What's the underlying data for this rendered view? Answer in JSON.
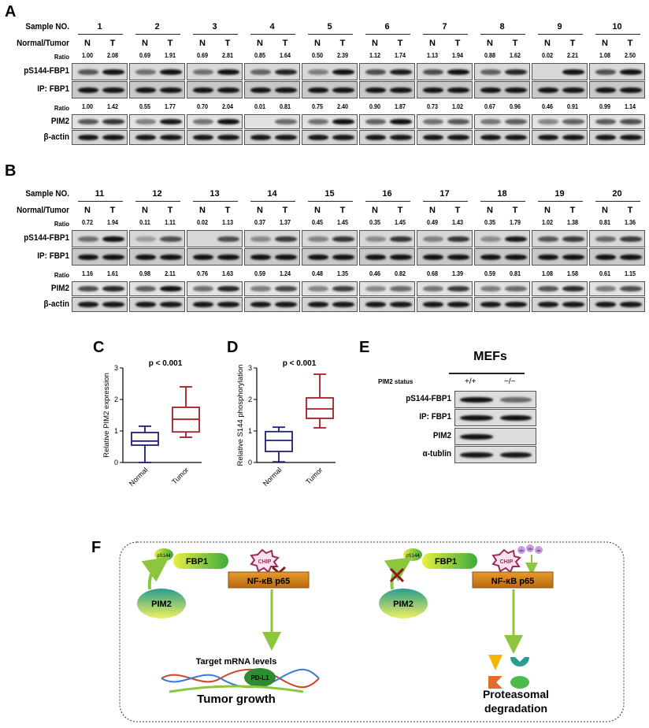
{
  "panels": {
    "A": "A",
    "B": "B",
    "C": "C",
    "D": "D",
    "E": "E",
    "F": "F"
  },
  "row_labels": {
    "sample": "Sample NO.",
    "normal_tumor": "Normal/Tumor",
    "ratio": "Ratio",
    "ps144": "pS144-FBP1",
    "ip": "IP: FBP1",
    "pim2": "PIM2",
    "actin": "β-actin",
    "N": "N",
    "T": "T"
  },
  "panel_A": {
    "samples": [
      {
        "no": "1",
        "ratio1": [
          "1.00",
          "2.08"
        ],
        "ratio2": [
          "1.00",
          "1.42"
        ]
      },
      {
        "no": "2",
        "ratio1": [
          "0.69",
          "1.91"
        ],
        "ratio2": [
          "0.55",
          "1.77"
        ]
      },
      {
        "no": "3",
        "ratio1": [
          "0.69",
          "2.81"
        ],
        "ratio2": [
          "0.70",
          "2.04"
        ]
      },
      {
        "no": "4",
        "ratio1": [
          "0.85",
          "1.64"
        ],
        "ratio2": [
          "0.01",
          "0.81"
        ]
      },
      {
        "no": "5",
        "ratio1": [
          "0.50",
          "2.39"
        ],
        "ratio2": [
          "0.75",
          "2.40"
        ]
      },
      {
        "no": "6",
        "ratio1": [
          "1.12",
          "1.74"
        ],
        "ratio2": [
          "0.90",
          "1.87"
        ]
      },
      {
        "no": "7",
        "ratio1": [
          "1.13",
          "1.94"
        ],
        "ratio2": [
          "0.73",
          "1.02"
        ]
      },
      {
        "no": "8",
        "ratio1": [
          "0.88",
          "1.62"
        ],
        "ratio2": [
          "0.67",
          "0.96"
        ]
      },
      {
        "no": "9",
        "ratio1": [
          "0.02",
          "2.21"
        ],
        "ratio2": [
          "0.46",
          "0.91"
        ]
      },
      {
        "no": "10",
        "ratio1": [
          "1.08",
          "2.50"
        ],
        "ratio2": [
          "0.99",
          "1.14"
        ]
      }
    ]
  },
  "panel_B": {
    "samples": [
      {
        "no": "11",
        "ratio1": [
          "0.72",
          "1.94"
        ],
        "ratio2": [
          "1.16",
          "1.61"
        ]
      },
      {
        "no": "12",
        "ratio1": [
          "0.11",
          "1.11"
        ],
        "ratio2": [
          "0.98",
          "2.11"
        ]
      },
      {
        "no": "13",
        "ratio1": [
          "0.02",
          "1.13"
        ],
        "ratio2": [
          "0.76",
          "1.63"
        ]
      },
      {
        "no": "14",
        "ratio1": [
          "0.37",
          "1.37"
        ],
        "ratio2": [
          "0.59",
          "1.24"
        ]
      },
      {
        "no": "15",
        "ratio1": [
          "0.45",
          "1.45"
        ],
        "ratio2": [
          "0.48",
          "1.35"
        ]
      },
      {
        "no": "16",
        "ratio1": [
          "0.35",
          "1.45"
        ],
        "ratio2": [
          "0.46",
          "0.82"
        ]
      },
      {
        "no": "17",
        "ratio1": [
          "0.49",
          "1.43"
        ],
        "ratio2": [
          "0.68",
          "1.39"
        ]
      },
      {
        "no": "18",
        "ratio1": [
          "0.35",
          "1.79"
        ],
        "ratio2": [
          "0.59",
          "0.81"
        ]
      },
      {
        "no": "19",
        "ratio1": [
          "1.02",
          "1.38"
        ],
        "ratio2": [
          "1.08",
          "1.58"
        ]
      },
      {
        "no": "20",
        "ratio1": [
          "0.81",
          "1.36"
        ],
        "ratio2": [
          "0.61",
          "1.15"
        ]
      }
    ]
  },
  "chart_data": [
    {
      "type": "box",
      "title": "p < 0.001",
      "ylabel": "Relative PIM2 expression",
      "xlabel": "",
      "ylim": [
        0,
        3
      ],
      "yticks": [
        "0",
        "1",
        "2",
        "3"
      ],
      "categories": [
        "Normal",
        "Tumor"
      ],
      "colors": [
        "#1f1f7a",
        "#a31f24"
      ],
      "boxes": [
        {
          "min": 0.0,
          "q1": 0.55,
          "median": 0.68,
          "q3": 0.95,
          "max": 1.15
        },
        {
          "min": 0.8,
          "q1": 0.97,
          "median": 1.37,
          "q3": 1.75,
          "max": 2.4
        }
      ]
    },
    {
      "type": "box",
      "title": "p < 0.001",
      "ylabel": "Relative S144 phosphorylation",
      "xlabel": "",
      "ylim": [
        0,
        3
      ],
      "yticks": [
        "0",
        "1",
        "2",
        "3"
      ],
      "categories": [
        "Normal",
        "Tumor"
      ],
      "colors": [
        "#1f1f7a",
        "#a31f24"
      ],
      "boxes": [
        {
          "min": 0.02,
          "q1": 0.35,
          "median": 0.7,
          "q3": 0.98,
          "max": 1.12
        },
        {
          "min": 1.1,
          "q1": 1.4,
          "median": 1.7,
          "q3": 2.05,
          "max": 2.8
        }
      ]
    }
  ],
  "panel_E": {
    "title": "MEFs",
    "status_label": "PIM2 status",
    "wt": "+/+",
    "ko": "−/−",
    "rows": [
      "pS144-FBP1",
      "IP: FBP1",
      "PIM2",
      "α-tublin"
    ]
  },
  "panel_F": {
    "left": {
      "ps144": "pS144",
      "fbp1": "FBP1",
      "chip": "CHIP",
      "nfkb": "NF-κB p65",
      "pim2": "PIM2",
      "target": "Target mRNA levels",
      "pdl1": "PD-L1",
      "outcome": "Tumor growth"
    },
    "right": {
      "ps144": "pS144",
      "fbp1": "FBP1",
      "chip": "CHIP",
      "ub": "Ub",
      "nfkb": "NF-κB p65",
      "pim2": "PIM2",
      "outcome1": "Proteasomal",
      "outcome2": "degradation"
    }
  }
}
